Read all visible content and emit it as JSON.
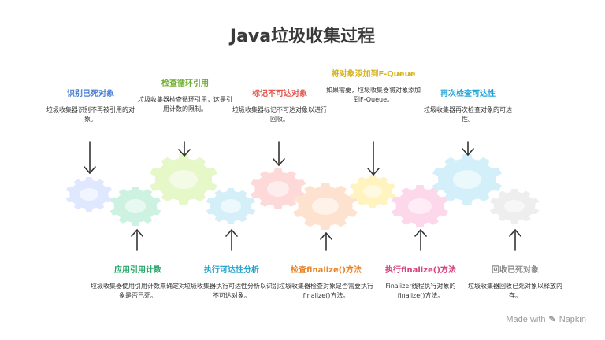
{
  "title": "Java垃圾收集过程",
  "top_steps": [
    {
      "title": "识别已死对象",
      "desc": "垃圾收集器识别不再被引用的对象。",
      "color": "#4a7fd6"
    },
    {
      "title": "检查循环引用",
      "desc": "垃圾收集器检查循环引用，这是引用计数的限制。",
      "color": "#6fae2e"
    },
    {
      "title": "标记不可达对象",
      "desc": "垃圾收集器标记不可达对象以进行回收。",
      "color": "#e2564f"
    },
    {
      "title": "将对象添加到F-Queue",
      "desc": "如果需要，垃圾收集器将对象添加到F-Queue。",
      "color": "#d6b21a"
    },
    {
      "title": "再次检查可达性",
      "desc": "垃圾收集器再次检查对象的可达性。",
      "color": "#1fa3d6"
    }
  ],
  "bottom_steps": [
    {
      "title": "应用引用计数",
      "desc": "垃圾收集器使用引用计数来确定对象是否已死。",
      "color": "#27a86a"
    },
    {
      "title": "执行可达性分析",
      "desc": "垃圾收集器执行可达性分析以识别不可达对象。",
      "color": "#27a3c9"
    },
    {
      "title": "检查finalize()方法",
      "desc": "垃圾收集器检查对象是否需要执行finalize()方法。",
      "color": "#e8852c"
    },
    {
      "title": "执行finalize()方法",
      "desc": "Finalizer线程执行对象的finalize()方法。",
      "color": "#d6437d"
    },
    {
      "title": "回收已死对象",
      "desc": "垃圾收集器回收已死对象以释放内存。",
      "color": "#8a8a8a"
    }
  ],
  "gear_colors": [
    "#dfe8ff",
    "#cdf2e2",
    "#e6f7c8",
    "#d4eff8",
    "#fdd9d9",
    "#fde3cf",
    "#fff3bf",
    "#fdd7ea",
    "#d3f0fa",
    "#eeeeee"
  ],
  "brand": {
    "label": "Made with",
    "name": "Napkin"
  }
}
